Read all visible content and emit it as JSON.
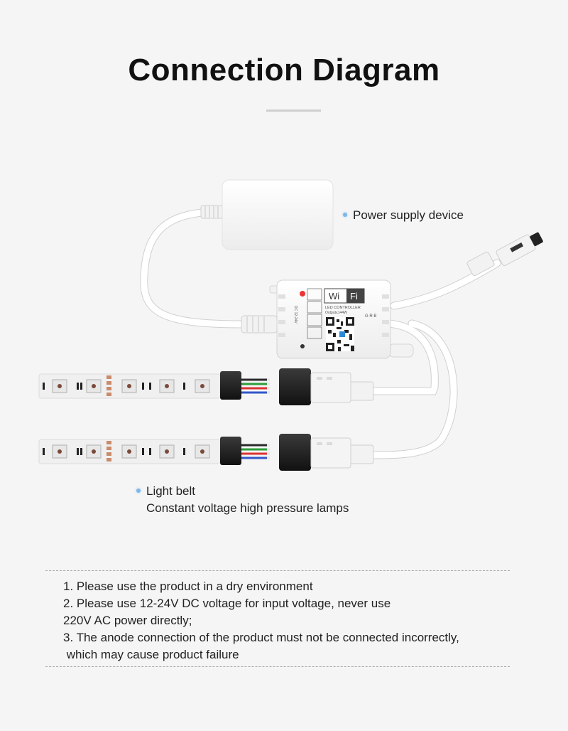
{
  "title": "Connection Diagram",
  "callouts": {
    "power_supply": "Power supply device",
    "light_belt": "Light belt",
    "light_belt_sub": "Constant voltage high pressure lamps"
  },
  "controller": {
    "wifi_left": "Wi",
    "wifi_right": "Fi",
    "text1": "LED CONTROLLER",
    "text2": "Output≤144W",
    "dc_label": "DC 12-24V",
    "grb": "G R B"
  },
  "notes": [
    "1. Please use the product in a dry environment",
    "2. Please use 12-24V DC voltage for input voltage, never use",
    "220V AC power directly;",
    "3. The anode connection of the product must not be connected incorrectly,",
    " which may cause product failure"
  ],
  "colors": {
    "background": "#f5f5f5",
    "accent_dot": "#7fb6e8",
    "cable": "#ffffff",
    "cable_shadow": "#d5d5d5",
    "connector": "#1c1c1c"
  }
}
